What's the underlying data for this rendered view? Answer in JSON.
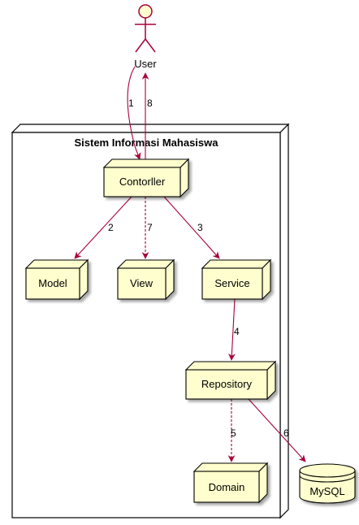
{
  "colors": {
    "node_fill": "#FEFECE",
    "node_stroke": "#000000",
    "actor_stroke": "#A80036",
    "edge": "#A80036",
    "shadow": "#B4B4B4"
  },
  "actor": {
    "label": "User",
    "icon": "stick-figure-icon"
  },
  "system": {
    "title": "Sistem Informasi Mahasiswa"
  },
  "nodes": {
    "controller": "Contorller",
    "model": "Model",
    "view": "View",
    "service": "Service",
    "repository": "Repository",
    "domain": "Domain"
  },
  "database": {
    "label": "MySQL",
    "icon": "database-cylinder-icon"
  },
  "edges": {
    "e1": "1",
    "e8": "8",
    "e2": "2",
    "e7": "7",
    "e3": "3",
    "e4": "4",
    "e5": "5",
    "e6": "6"
  }
}
